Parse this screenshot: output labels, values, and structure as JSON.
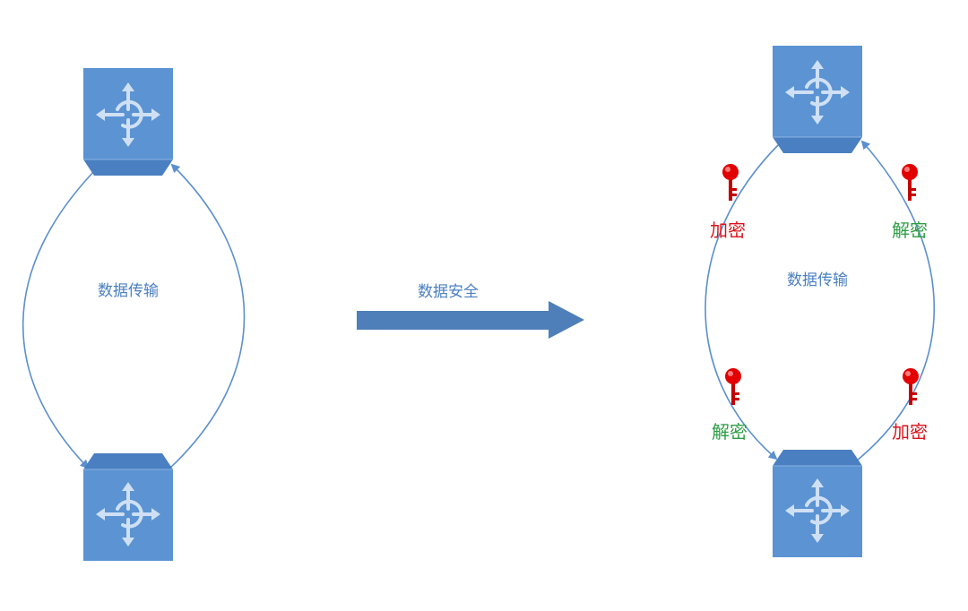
{
  "left_diagram": {
    "center_label": "数据传输"
  },
  "middle": {
    "arrow_label": "数据安全"
  },
  "right_diagram": {
    "center_label": "数据传输",
    "keys": [
      {
        "label": "加密",
        "color": "#d9141b"
      },
      {
        "label": "解密",
        "color": "#2e9e46"
      },
      {
        "label": "解密",
        "color": "#2e9e46"
      },
      {
        "label": "加密",
        "color": "#d9141b"
      }
    ]
  },
  "colors": {
    "router_fill": "#5b93d3",
    "router_dark": "#4a7fc1",
    "link_line": "#5b8fce",
    "arrow_fill": "#4e7fb8",
    "key_red": "#e30000",
    "encrypt_red": "#d9141b",
    "decrypt_green": "#2e9e46"
  },
  "icons": [
    "router-icon",
    "key-icon",
    "right-arrow-icon"
  ]
}
